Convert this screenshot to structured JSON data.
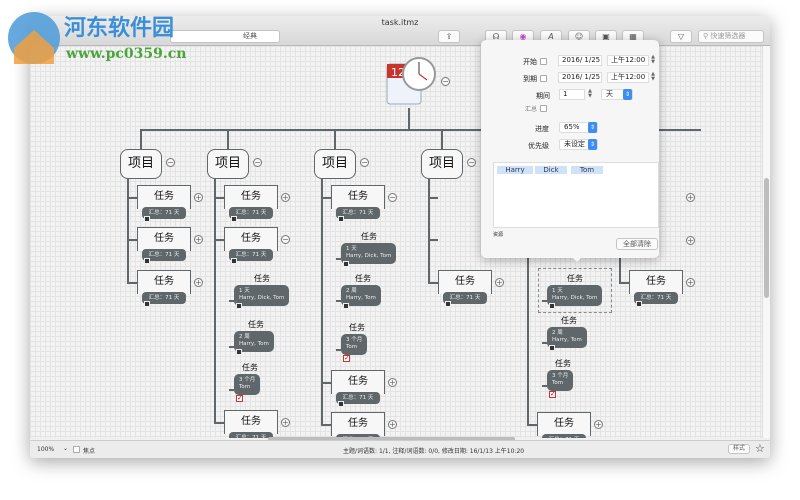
{
  "window": {
    "title": "task.itmz",
    "style_select": "经典",
    "search_placeholder": "快速筛选器"
  },
  "watermark": {
    "name": "河东软件园",
    "url": "www.pc0359.cn"
  },
  "status": {
    "zoom": "100%",
    "focus_label": "焦点",
    "info": "主题/词语数: 1/1, 注释/词语数: 0/0, 修改日期: 16/1/13 上午10:20",
    "style_button": "样式"
  },
  "map": {
    "project_label": "项目",
    "task_label": "任务",
    "summary": "汇总：71 天",
    "subtasks": [
      {
        "dur": "1 天",
        "who": "Harry, Dick, Tom",
        "done": false
      },
      {
        "dur": "2 周",
        "who": "Harry, Tom",
        "done": false
      },
      {
        "dur": "3 个月",
        "who": "Tom",
        "done": true
      }
    ]
  },
  "popover": {
    "start_label": "开始",
    "start_date": "2016/ 1/25",
    "start_time": "上午12:00",
    "due_label": "到期",
    "due_date": "2016/ 1/25",
    "due_time": "上午12:00",
    "duration_label": "期间",
    "duration_value": "1",
    "duration_unit": "天",
    "rollup_label": "汇总",
    "progress_label": "进度",
    "progress_value": "65%",
    "priority_label": "优先级",
    "priority_value": "未设定",
    "resources": [
      "Harry",
      "Dick",
      "Tom"
    ],
    "resources_label": "资源",
    "clear_all": "全部清除"
  },
  "colors": {
    "node": "#5f676b",
    "accent": "#3d8ef0"
  }
}
